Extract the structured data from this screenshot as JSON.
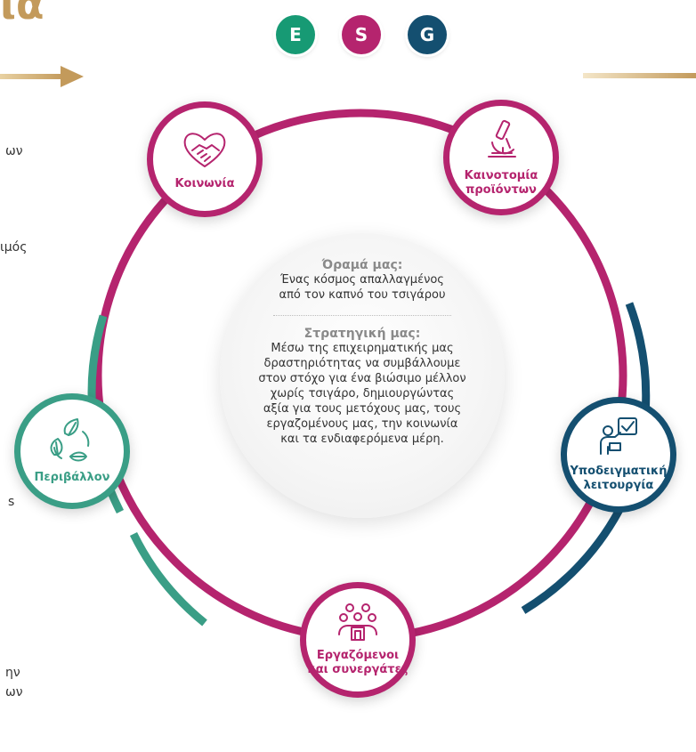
{
  "title_fragment": "ια",
  "left_fragments": [
    "ων",
    "ιμός",
    "s",
    "ην",
    "ων"
  ],
  "esg": [
    {
      "letter": "E",
      "color": "#179a74"
    },
    {
      "letter": "S",
      "color": "#b5246e"
    },
    {
      "letter": "G",
      "color": "#144f70"
    }
  ],
  "colors": {
    "magenta": "#b5246e",
    "navy": "#144f70",
    "teal": "#3a9e86",
    "gold": "#c39a5b"
  },
  "nodes": {
    "society": {
      "label": "Κοινωνία",
      "icon": "handshake-heart-icon"
    },
    "innovation": {
      "label_lines": [
        "Καινοτομία",
        "προϊόντων"
      ],
      "icon": "microscope-icon"
    },
    "operations": {
      "label_lines": [
        "Υποδειγματική",
        "λειτουργία"
      ],
      "icon": "presenter-checklist-icon"
    },
    "employees": {
      "label_lines": [
        "Εργαζόμενοι",
        "και συνεργάτες"
      ],
      "icon": "team-group-icon"
    },
    "environment": {
      "label": "Περιβάλλον",
      "icon": "recycle-leaves-icon"
    }
  },
  "vision": {
    "heading": "Όραμά μας:",
    "lines": [
      "Ένας κόσμος απαλλαγμένος",
      "από τον καπνό του τσιγάρου"
    ]
  },
  "strategy": {
    "heading": "Στρατηγική μας:",
    "lines": [
      "Μέσω της επιχειρηματικής μας",
      "δραστηριότητας να συμβάλλουμε",
      "στον στόχο για ένα βιώσιμο μέλλον",
      "χωρίς τσιγάρο, δημιουργώντας",
      "αξία για τους μετόχους μας, τους",
      "εργαζομένους μας, την κοινωνία",
      "και τα ενδιαφερόμενα μέρη."
    ]
  }
}
